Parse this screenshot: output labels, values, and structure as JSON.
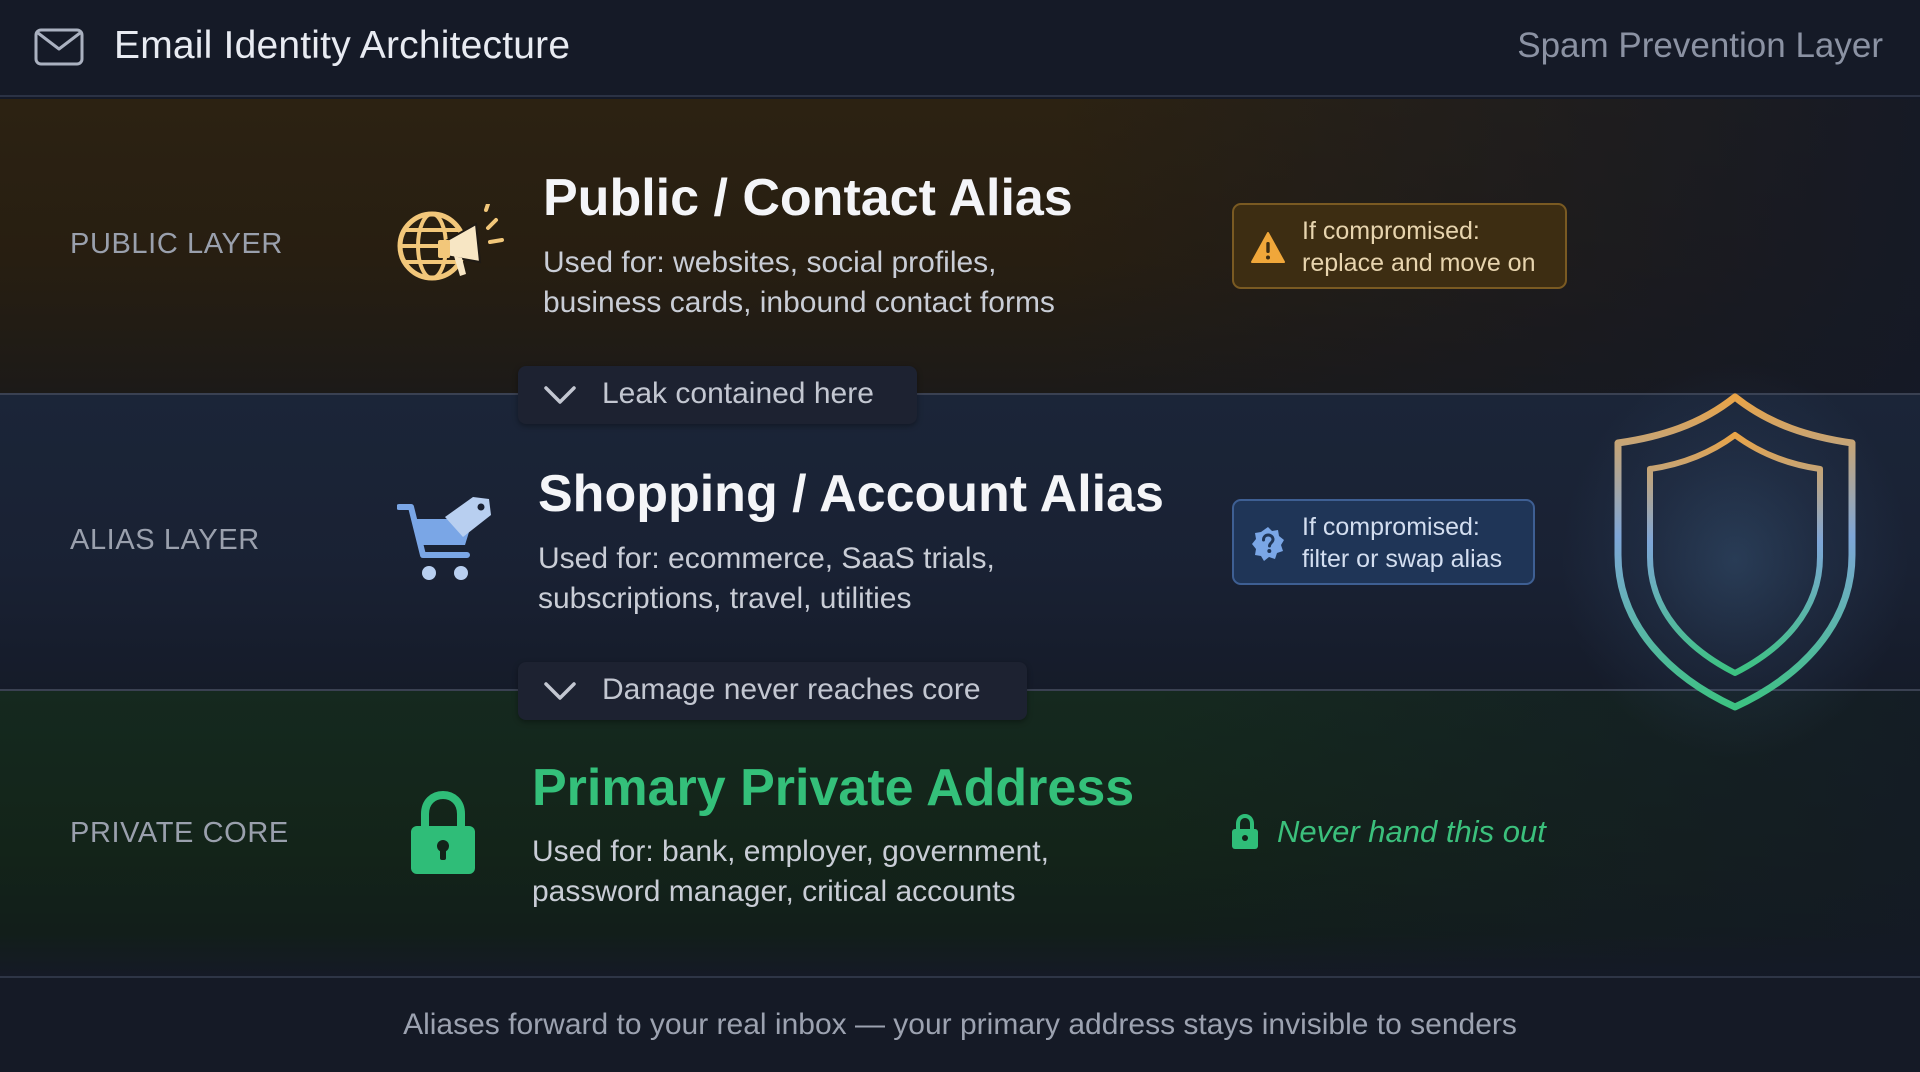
{
  "header": {
    "title": "Email Identity Architecture",
    "subtitle": "Spam Prevention Layer",
    "icon": "mail-icon"
  },
  "layers": [
    {
      "label": "PUBLIC LAYER",
      "icon": "globe-megaphone-icon",
      "title": "Public / Contact Alias",
      "desc_line1": "Used for: websites, social profiles,",
      "desc_line2": "business cards, inbound contact forms",
      "badge_icon": "warning-icon",
      "badge_line1": "If compromised:",
      "badge_line2": "replace and move on",
      "accent": "#e8a33c"
    },
    {
      "label": "ALIAS LAYER",
      "icon": "shopping-cart-tag-icon",
      "title": "Shopping / Account Alias",
      "desc_line1": "Used for: ecommerce, SaaS trials,",
      "desc_line2": "subscriptions, travel, utilities",
      "badge_icon": "question-badge-icon",
      "badge_line1": "If compromised:",
      "badge_line2": "filter or swap alias",
      "accent": "#6f9ee0"
    },
    {
      "label": "PRIVATE CORE",
      "icon": "lock-icon",
      "title": "Primary Private Address",
      "desc_line1": "Used for: bank, employer, government,",
      "desc_line2": "password manager, critical accounts",
      "badge_icon": "lock-icon",
      "badge_text": "Never hand this out",
      "accent": "#34c07a"
    }
  ],
  "connectors": [
    {
      "icon": "chevron-down-icon",
      "text": "Leak contained here"
    },
    {
      "icon": "chevron-down-icon",
      "text": "Damage never reaches core"
    }
  ],
  "shield": {
    "icon": "shield-icon"
  },
  "footer": {
    "note": "Aliases forward to your real inbox — your primary address stays invisible to senders"
  }
}
